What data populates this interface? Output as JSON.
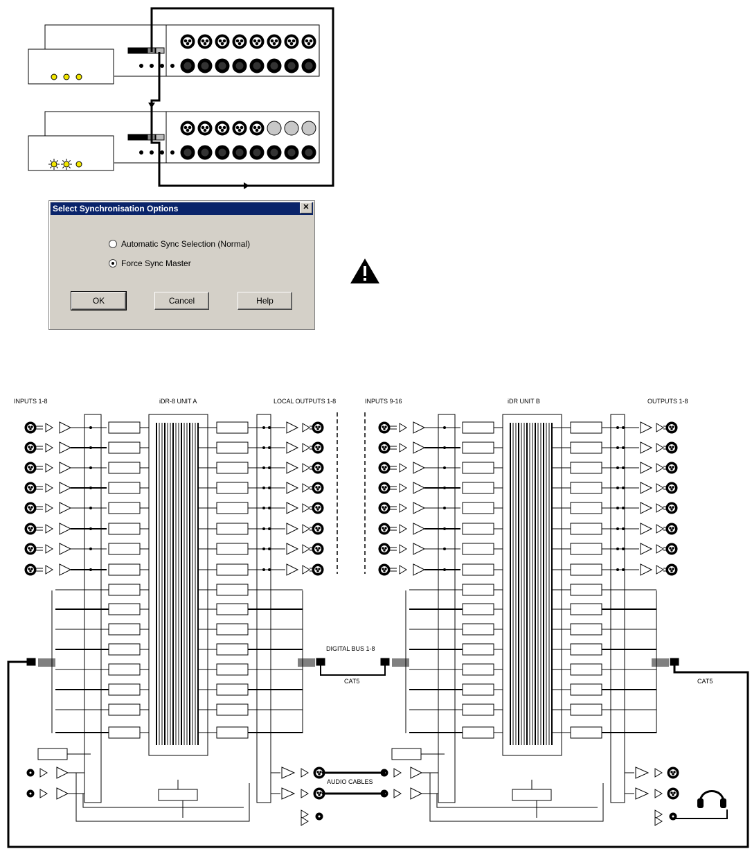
{
  "dialog": {
    "title": "Select Synchronisation Options",
    "close_glyph": "✕",
    "options": [
      {
        "label": "Automatic Sync Selection (Normal)",
        "selected": false
      },
      {
        "label": "Force Sync Master",
        "selected": true
      }
    ],
    "buttons": {
      "ok": "OK",
      "cancel": "Cancel",
      "help": "Help"
    }
  },
  "diagram": {
    "inputs_a": "INPUTS 1-8",
    "unit_a": "iDR-8 UNIT A",
    "local_outputs": "LOCAL OUTPUTS 1-8",
    "inputs_b": "INPUTS 9-16",
    "unit_b": "iDR UNIT B",
    "outputs_b": "OUTPUTS 1-8",
    "digital_bus": "DIGITAL BUS 1-8",
    "cat5_middle": "CAT5",
    "cat5_right": "CAT5",
    "audio_cables": "AUDIO CABLES"
  },
  "colors": {
    "led": "#f2e600",
    "dialog_title_bg": "#0a246a",
    "dialog_bg": "#d4d0c8"
  },
  "icons": [
    "warning-icon",
    "headphones-icon",
    "xlr-connector-icon",
    "jack-icon"
  ]
}
